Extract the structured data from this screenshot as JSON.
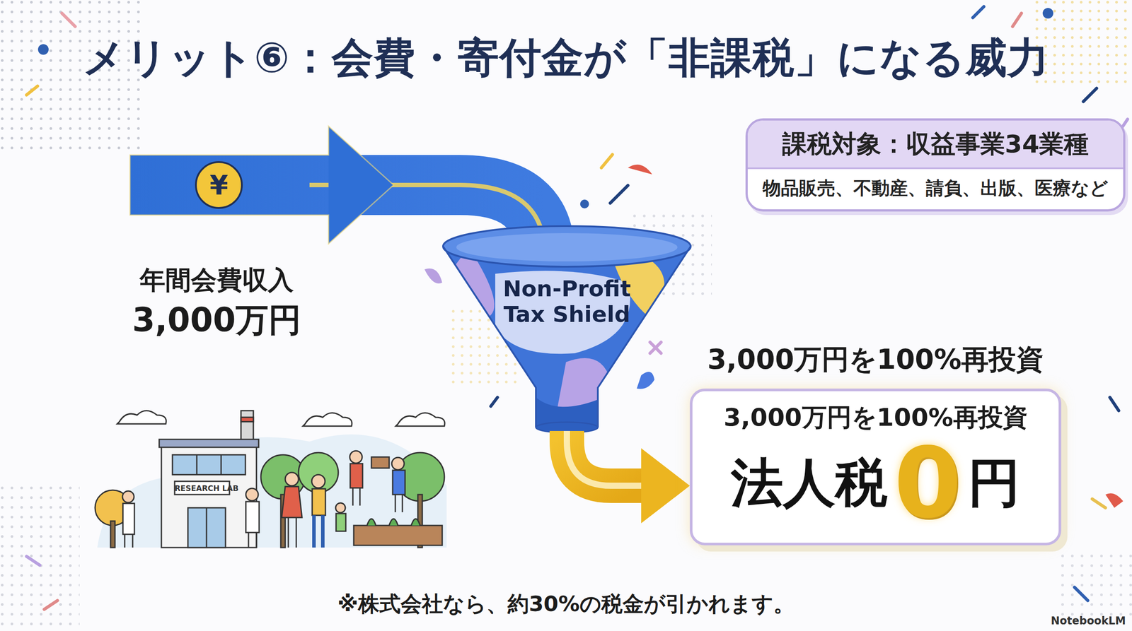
{
  "diagram": {
    "title": "メリット⑥：会費・寄付金が「非課税」になる威力",
    "caption": "※株式会社なら、約30%の税金が引かれます。",
    "nodes": [
      {
        "text": [
          "課税対象：収益事業34業種",
          "物品販売、不動産、請負、出版、医療など"
        ]
      },
      {
        "text": [
          "Non-Profit Tax Shield"
        ]
      },
      {
        "text": [
          "3,000万円を100%再投資",
          "法人税",
          "0",
          "円"
        ]
      }
    ],
    "edges": [
      {
        "from": 1,
        "to": 2,
        "arrow": "to"
      }
    ],
    "labels": [
      "¥",
      "年間会費収入",
      "3,000万円",
      "3,000万円を100%再投資",
      "RESEARCH LAB",
      "NotebookLM"
    ]
  }
}
